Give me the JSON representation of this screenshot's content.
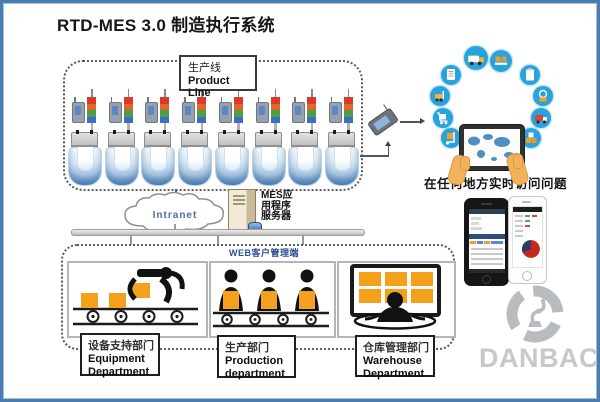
{
  "title": "RTD-MES 3.0 制造执行系统",
  "colors": {
    "frame_blue": "#4a7cae",
    "accent_orange": "#f5a01a",
    "ring_blue": "#2aa2db",
    "tower_segments": [
      "#d93a2b",
      "#e0662a",
      "#4f9e45",
      "#3a6fc2"
    ]
  },
  "production_line": {
    "label_cn": "生产线",
    "label_en": "Product Line",
    "station_count": 8
  },
  "network": {
    "intranet_label": "Intranet",
    "server_label": "MES应\n用程序\n服务器",
    "web_label": "WEB客户管理端"
  },
  "departments": [
    {
      "cn": "设备支持部门",
      "en1": "Equipment",
      "en2": "Department"
    },
    {
      "cn": "生产部门",
      "en1": "Production",
      "en2": "department"
    },
    {
      "cn": "仓库管理部门",
      "en1": "Warehouse",
      "en2": "Department"
    }
  ],
  "remote": {
    "caption": "在任何地方实时访问问题",
    "ring_icons": [
      "loading-truck-icon",
      "pallet-boxes-icon",
      "document-icon",
      "clipboard-icon",
      "forklift-icon",
      "inventory-clock-icon",
      "cart-icon",
      "delivery-truck-icon",
      "hand-truck-icon",
      "stacked-boxes-icon"
    ]
  },
  "branding": {
    "logo_text": "DANBACH"
  }
}
